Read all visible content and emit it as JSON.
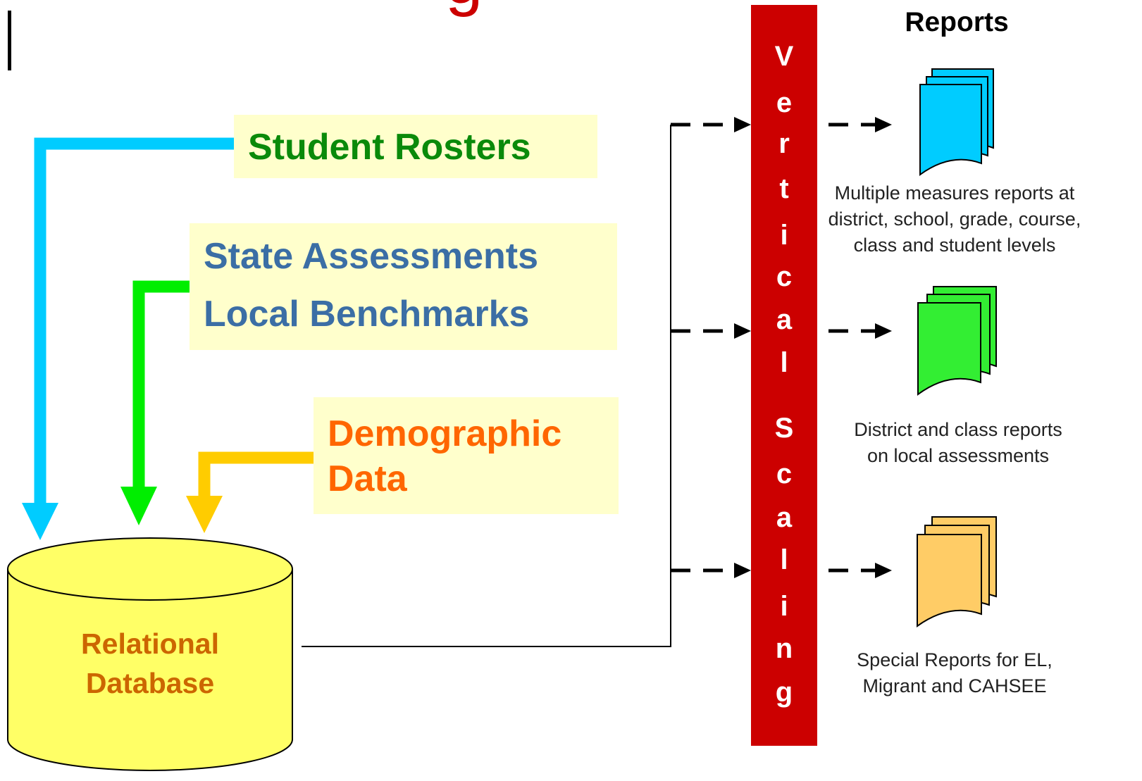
{
  "title_fragment": "g",
  "inputs": {
    "student_rosters": "Student Rosters",
    "state_assessments": "State Assessments",
    "local_benchmarks": "Local Benchmarks",
    "demographic_line1": "Demographic",
    "demographic_line2": "Data"
  },
  "database": {
    "line1": "Relational",
    "line2": "Database"
  },
  "vertical_bar": {
    "letters": [
      "V",
      "e",
      "r",
      "t",
      "i",
      "c",
      "a",
      "l",
      "S",
      "c",
      "a",
      "l",
      "i",
      "n",
      "g"
    ]
  },
  "reports": {
    "heading": "Reports",
    "items": [
      {
        "lines": [
          "Multiple measures reports at",
          "district, school, grade, course,",
          "class and student levels"
        ],
        "color": "#00ccff"
      },
      {
        "lines": [
          "District and class reports",
          "on local assessments"
        ],
        "color": "#33ee33"
      },
      {
        "lines": [
          "Special Reports for EL,",
          "Migrant and CAHSEE"
        ],
        "color": "#ffcc66"
      }
    ]
  },
  "colors": {
    "cyan_arrow": "#00ccff",
    "green_arrow": "#00ee00",
    "gold_arrow": "#ffcc00",
    "bar_red": "#cc0000",
    "roster_text": "#0a8a0a",
    "assessment_text": "#3b6ea5",
    "demographic_text": "#ff6600",
    "database_text": "#cc6600",
    "database_fill": "#ffff66",
    "label_bg": "#ffffcc",
    "title_red": "#cc0000"
  }
}
